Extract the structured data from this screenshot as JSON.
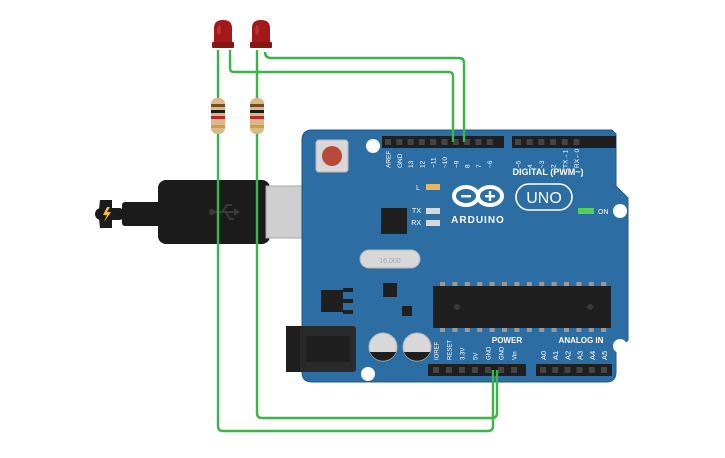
{
  "board": {
    "logo_text": "ARDUINO",
    "model_text": "UNO",
    "digital_header": "DIGITAL (PWM~)",
    "power_header": "POWER",
    "analog_header": "ANALOG IN",
    "on_label": "ON",
    "l_label": "L",
    "tx_label": "TX",
    "rx_label": "RX",
    "crystal_text": "16.000",
    "digital_pins": [
      "AREF",
      "GND",
      "13",
      "12",
      "~11",
      "~10",
      "~9",
      "8",
      "7",
      "~6",
      "~5",
      "4",
      "~3",
      "2",
      "TX→1",
      "RX←0"
    ],
    "power_pins": [
      "IOREF",
      "RESET",
      "3.3V",
      "5V",
      "GND",
      "GND",
      "Vin"
    ],
    "analog_pins": [
      "A0",
      "A1",
      "A2",
      "A3",
      "A4",
      "A5"
    ]
  },
  "colors": {
    "board": "#2c6ea3",
    "wire": "#3bb54a",
    "led": "#a31919",
    "cable": "#1b1b1b"
  },
  "icons": [
    "usb-icon",
    "lightning-icon"
  ]
}
